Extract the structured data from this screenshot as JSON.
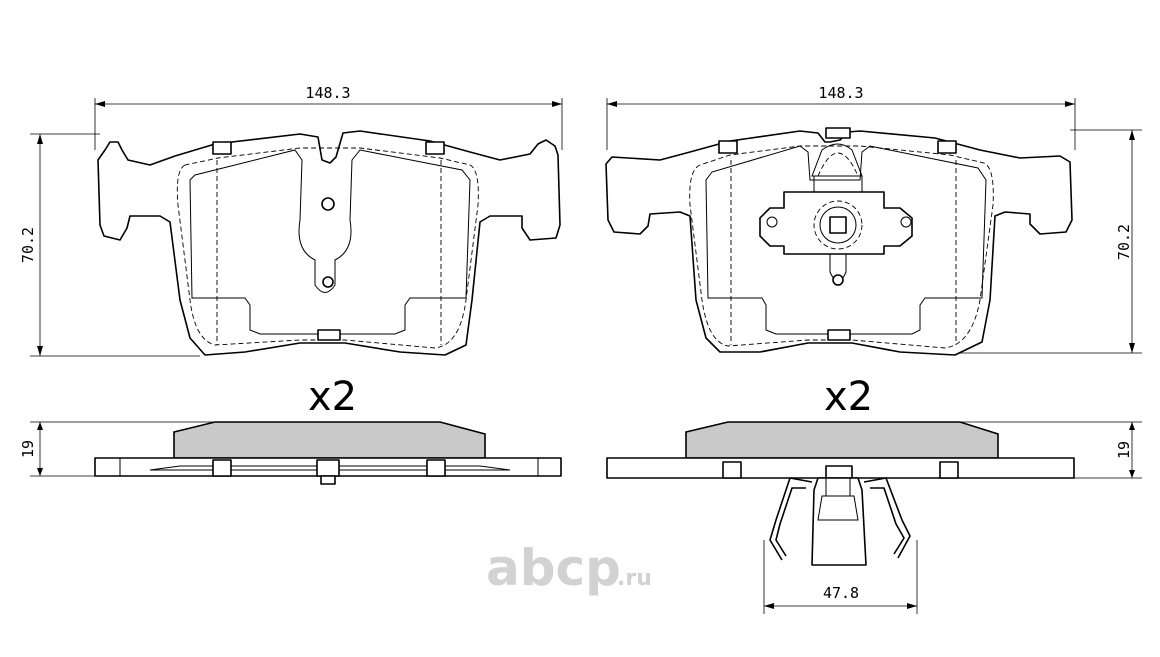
{
  "dimensions": {
    "left_width": "148.3",
    "right_width": "148.3",
    "left_height": "70.2",
    "right_height": "70.2",
    "left_thickness": "19",
    "right_thickness": "19",
    "sensor_width": "47.8"
  },
  "quantities": {
    "left": "x2",
    "right": "x2"
  },
  "watermark": {
    "brand": "abcp",
    "domain": ".ru"
  },
  "colors": {
    "lining": "#c9c9c9",
    "watermark": "#d2d2d2"
  }
}
